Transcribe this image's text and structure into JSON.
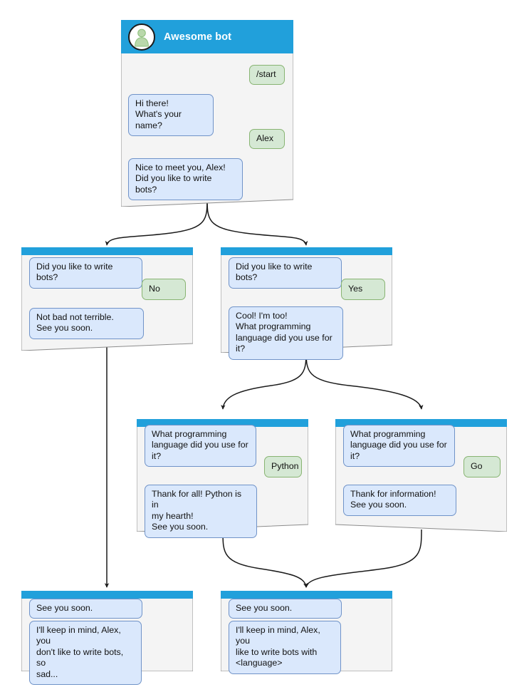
{
  "diagram": {
    "title": "Awesome bot conversation flow",
    "type": "bot-dialog-flowchart",
    "colors": {
      "titlebar": "#21a0db",
      "node_body": "#f4f4f4",
      "node_border": "#8c8c8c",
      "bot_bubble_fill": "#dae8fc",
      "bot_bubble_border": "#7093c8",
      "user_bubble_fill": "#d5e8d4",
      "user_bubble_border": "#88b472",
      "edge": "#1a1a1a",
      "avatar_figure": "#aed1a0",
      "page_background": "#ffffff"
    }
  },
  "nodes": {
    "root": {
      "id": "root",
      "bot_name": "Awesome bot",
      "avatar_icon": "person-avatar-icon",
      "messages": [
        {
          "role": "user",
          "text": "/start"
        },
        {
          "role": "bot",
          "text": "Hi there!\nWhat's your name?"
        },
        {
          "role": "user",
          "text": "Alex"
        },
        {
          "role": "bot",
          "text": "Nice to meet you, Alex!\nDid you like to write bots?"
        }
      ]
    },
    "no_branch": {
      "id": "no-branch",
      "messages": [
        {
          "role": "bot",
          "text": "Did you like to write bots?"
        },
        {
          "role": "user",
          "text": "No"
        },
        {
          "role": "bot",
          "text": "Not bad not terrible.\nSee you soon."
        }
      ]
    },
    "yes_branch": {
      "id": "yes-branch",
      "messages": [
        {
          "role": "bot",
          "text": "Did you like to write bots?"
        },
        {
          "role": "user",
          "text": "Yes"
        },
        {
          "role": "bot",
          "text": "Cool! I'm too!\nWhat programming\nlanguage did you use for it?"
        }
      ]
    },
    "python_branch": {
      "id": "python-branch",
      "messages": [
        {
          "role": "bot",
          "text": "What programming\nlanguage did you use for it?"
        },
        {
          "role": "user",
          "text": "Python"
        },
        {
          "role": "bot",
          "text": "Thank for all! Python is in\nmy hearth!\nSee you soon."
        }
      ]
    },
    "go_branch": {
      "id": "go-branch",
      "messages": [
        {
          "role": "bot",
          "text": "What programming\nlanguage did you use for it?"
        },
        {
          "role": "user",
          "text": "Go"
        },
        {
          "role": "bot",
          "text": "Thank for information!\nSee you soon."
        }
      ]
    },
    "end_sad": {
      "id": "end-sad",
      "messages": [
        {
          "role": "bot",
          "text": "See you soon."
        },
        {
          "role": "bot",
          "text": "I'll keep in mind, Alex, you\ndon't like to write bots, so\nsad..."
        }
      ]
    },
    "end_happy": {
      "id": "end-happy",
      "messages": [
        {
          "role": "bot",
          "text": "See you soon."
        },
        {
          "role": "bot",
          "text": "I'll keep in mind, Alex, you\nlike to write bots with\n<language>"
        }
      ]
    }
  },
  "edges": [
    {
      "from": "root",
      "to": "no_branch"
    },
    {
      "from": "root",
      "to": "yes_branch"
    },
    {
      "from": "no_branch",
      "to": "end_sad"
    },
    {
      "from": "yes_branch",
      "to": "python_branch"
    },
    {
      "from": "yes_branch",
      "to": "go_branch"
    },
    {
      "from": "python_branch",
      "to": "end_happy"
    },
    {
      "from": "go_branch",
      "to": "end_happy"
    }
  ]
}
